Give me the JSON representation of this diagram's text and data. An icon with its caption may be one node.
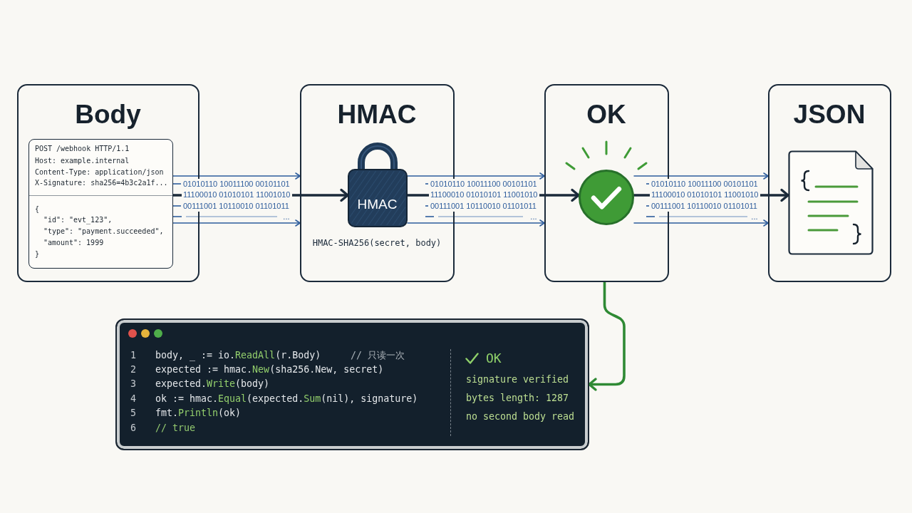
{
  "diagram": {
    "nodes": [
      {
        "text": [
          "Body"
        ]
      },
      {
        "text": [
          "POST /webhook HTTP/1.1",
          "Host: example.internal",
          "Content-Type: application/json",
          "X-Signature: sha256=4b3c2a1f...",
          "{",
          "\"id\": \"evt_123\",",
          "\"type\": \"payment.succeeded\",",
          "\"amount\": 1999",
          "}"
        ],
        "in": 0
      },
      {
        "text": [
          "HMAC",
          "HMAC-SHA256(secret, body)"
        ]
      },
      {
        "text": [
          "HMAC"
        ],
        "in": 2
      },
      {
        "text": [
          "OK"
        ]
      },
      {
        "text": [],
        "shape": "circle",
        "in": 4
      },
      {
        "text": [
          "JSON"
        ]
      },
      {
        "text": [],
        "shape": "document",
        "in": 6
      },
      {
        "text": [
          "1",
          "body, _ := io.ReadAll(r.Body)",
          "// 只读一次",
          "2",
          "expected := hmac.New(sha256.New, secret)",
          "3",
          "expected.Write(body)",
          "4",
          "ok := hmac.Equal(expected.Sum(nil), signature)",
          "5",
          "fmt.Println(ok)",
          "6",
          "// true",
          "OK",
          "signature verified",
          "bytes length: 1287",
          "no second body read"
        ]
      }
    ],
    "edges": [
      {
        "from": 1,
        "to": 2,
        "arrow": "to"
      },
      {
        "from": 1,
        "to": 3,
        "arrow": "to",
        "style": "thick",
        "color": "#1b2a3a",
        "label": "01010110 10011100 00101101 11100010 01010101 11001010 00111001 10110010 01101011 ..."
      },
      {
        "from": 1,
        "to": 2,
        "arrow": "to"
      },
      {
        "from": 3,
        "to": 4,
        "arrow": "to"
      },
      {
        "from": 3,
        "to": 5,
        "arrow": "to",
        "style": "thick",
        "color": "#1b2a3a",
        "label": "01010110 10011100 00101101 11100010 01010101 11001010 00111001 10110010 01101011 ..."
      },
      {
        "from": 3,
        "to": 4,
        "arrow": "to"
      },
      {
        "from": 5,
        "to": 6,
        "arrow": "to"
      },
      {
        "from": 5,
        "to": 7,
        "arrow": "to",
        "style": "thick",
        "color": "#1b2a3a",
        "label": "01010110 10011100 00101101 11100010 01010101 11001010 00111001 10110010 01101011 ..."
      },
      {
        "from": 5,
        "to": 6,
        "arrow": "to"
      },
      {
        "from": 4,
        "to": 8,
        "arrow": "to",
        "style": "thick",
        "color": "#2f8a34"
      }
    ]
  }
}
